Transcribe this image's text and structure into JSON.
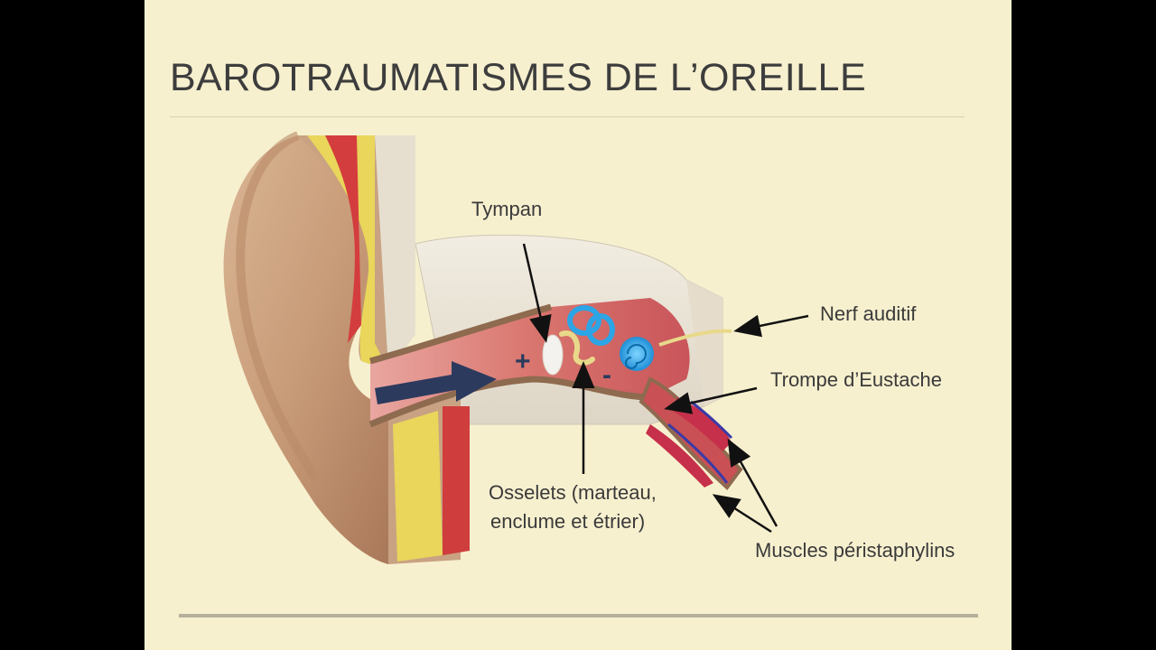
{
  "slide": {
    "title": "BAROTRAUMATISMES DE L’OREILLE"
  },
  "labels": {
    "tympan": "Tympan",
    "nerf_auditif": "Nerf auditif",
    "trompe": "Trompe d’Eustache",
    "osselets_line1": "Osselets (marteau,",
    "osselets_line2": "enclume et étrier)",
    "muscles": "Muscles péristaphylins"
  },
  "diagram": {
    "pressure_high": "+",
    "pressure_low": "-"
  }
}
